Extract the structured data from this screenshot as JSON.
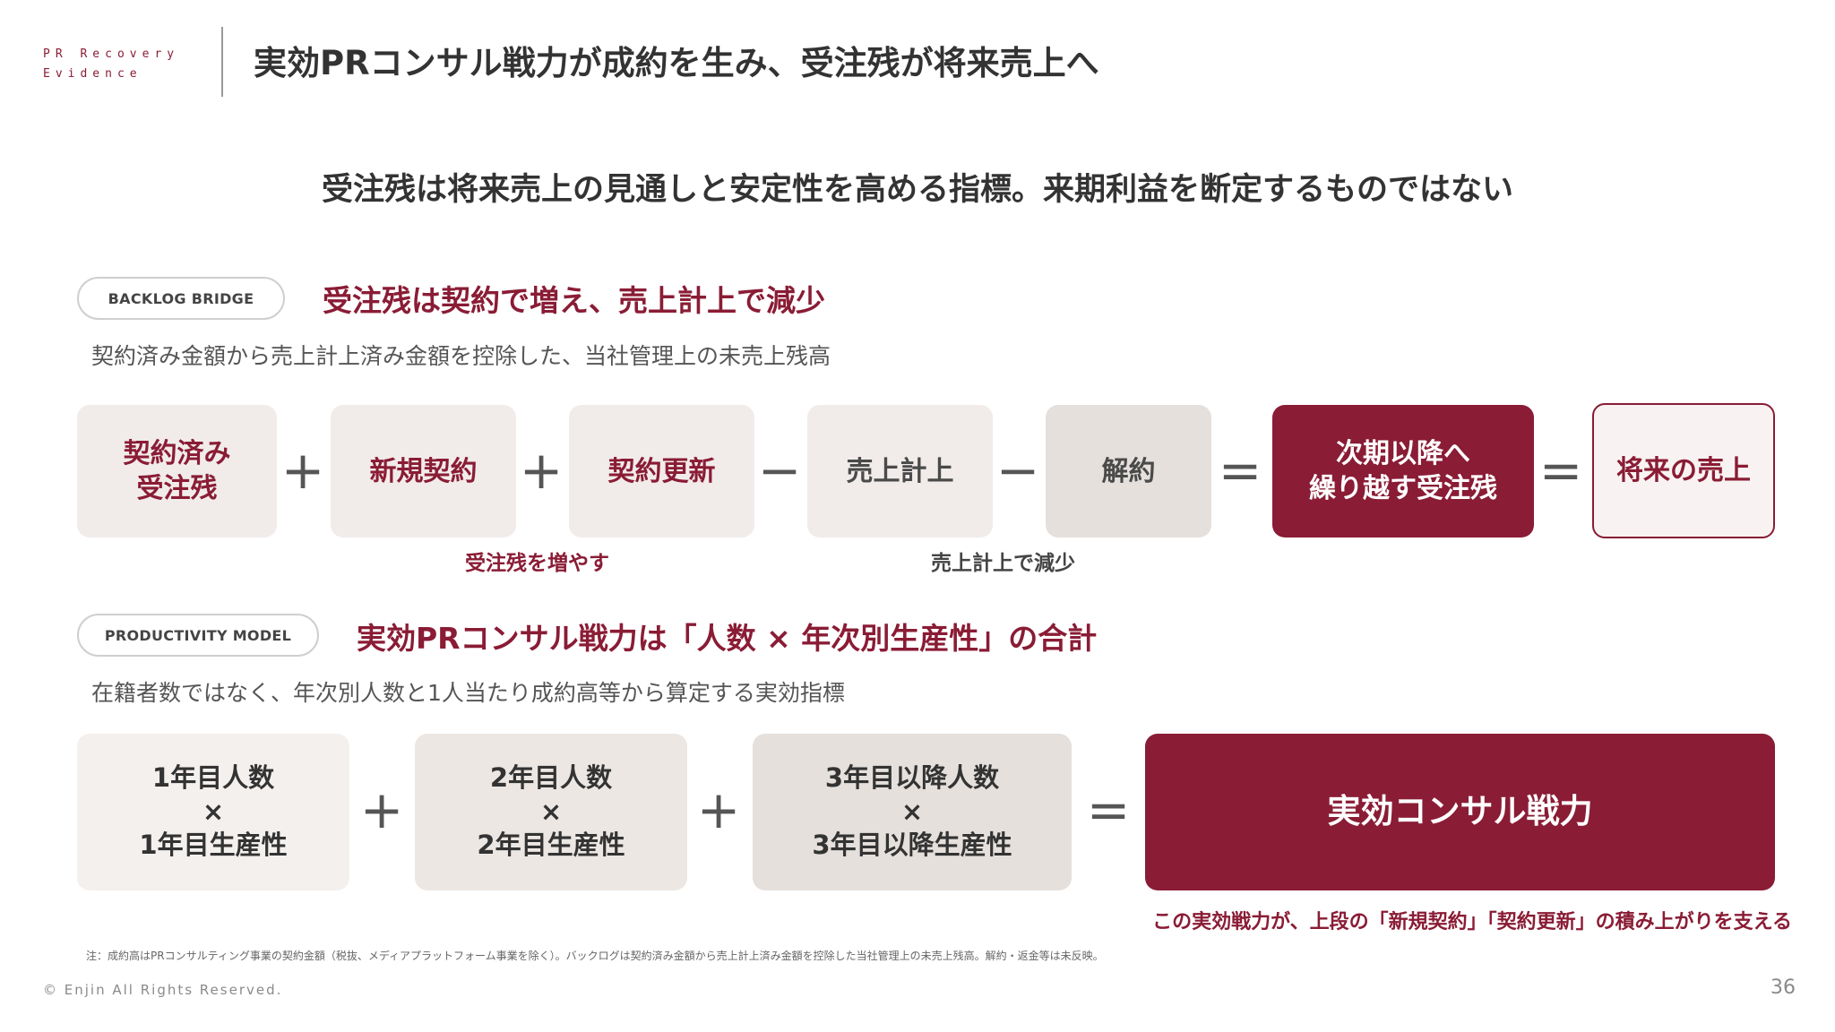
{
  "header": {
    "brand_line1": "PR Recovery",
    "brand_line2": "Evidence",
    "title": "実効PRコンサル戦力が成約を生み、受注残が将来売上へ"
  },
  "lead": "受注残は将来売上の見通しと安定性を高める指標。来期利益を断定するものではない",
  "backlog": {
    "pill": "BACKLOG BRIDGE",
    "heading": "受注残は契約で増え、売上計上で減少",
    "description": "契約済み金額から売上計上済み金額を控除した、当社管理上の未売上残高",
    "boxes": [
      {
        "line1": "契約済み",
        "line2": "受注残"
      },
      {
        "line1": "新規契約",
        "line2": ""
      },
      {
        "line1": "契約更新",
        "line2": ""
      },
      {
        "line1": "売上計上",
        "line2": ""
      },
      {
        "line1": "解約",
        "line2": ""
      },
      {
        "line1": "次期以降へ",
        "line2": "繰り越す受注残"
      },
      {
        "line1": "将来の売上",
        "line2": ""
      }
    ],
    "operators": [
      "+",
      "+",
      "−",
      "−",
      "=",
      "="
    ],
    "increase_label": "受注残を増やす",
    "decrease_label": "売上計上で減少"
  },
  "productivity": {
    "pill": "PRODUCTIVITY MODEL",
    "heading": "実効PRコンサル戦力は「人数 × 年次別生産性」の合計",
    "description": "在籍者数ではなく、年次別人数と1人当たり成約高等から算定する実効指標",
    "boxes": [
      {
        "top": "1年目人数",
        "mult": "×",
        "bottom": "1年目生産性"
      },
      {
        "top": "2年目人数",
        "mult": "×",
        "bottom": "2年目生産性"
      },
      {
        "top": "3年目以降人数",
        "mult": "×",
        "bottom": "3年目以降生産性"
      }
    ],
    "operators": [
      "+",
      "+",
      "="
    ],
    "result": "実効コンサル戦力",
    "result_note": "この実効戦力が、上段の「新規契約」「契約更新」の積み上がりを支える"
  },
  "footnote": "注：成約高はPRコンサルティング事業の契約金額（税抜、メディアプラットフォーム事業を除く）。バックログは契約済み金額から売上計上済み金額を控除した当社管理上の未売上残高。解約・返金等は未反映。",
  "footer": {
    "copyright": "© Enjin All Rights Reserved.",
    "page_number": "36"
  },
  "colors": {
    "accent": "#8a1c35",
    "box_light": "#f1ecea",
    "box_gray": "#e5e0dc"
  }
}
